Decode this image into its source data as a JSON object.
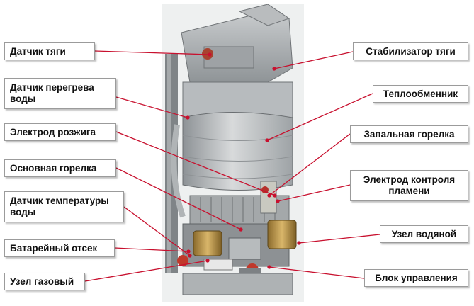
{
  "labels_left": [
    {
      "key": "draft_sensor",
      "text": "Датчик тяги"
    },
    {
      "key": "overheat_sensor",
      "text": "Датчик перегрева воды"
    },
    {
      "key": "ignition_electrode",
      "text": "Электрод розжига"
    },
    {
      "key": "main_burner",
      "text": "Основная горелка"
    },
    {
      "key": "water_temp_sensor",
      "text": "Датчик температуры воды"
    },
    {
      "key": "battery_compartment",
      "text": "Батарейный отсек"
    },
    {
      "key": "gas_unit",
      "text": "Узел газовый"
    }
  ],
  "labels_right": [
    {
      "key": "draft_stabilizer",
      "text": "Стабилизатор тяги"
    },
    {
      "key": "heat_exchanger",
      "text": "Теплообменник"
    },
    {
      "key": "pilot_burner",
      "text": "Запальная горелка"
    },
    {
      "key": "flame_electrode",
      "text": "Электрод контроля пламени"
    },
    {
      "key": "water_unit",
      "text": "Узел водяной"
    },
    {
      "key": "control_unit",
      "text": "Блок управления"
    }
  ],
  "colors": {
    "leader": "#c8102e",
    "box_border": "#9b9b9b"
  }
}
